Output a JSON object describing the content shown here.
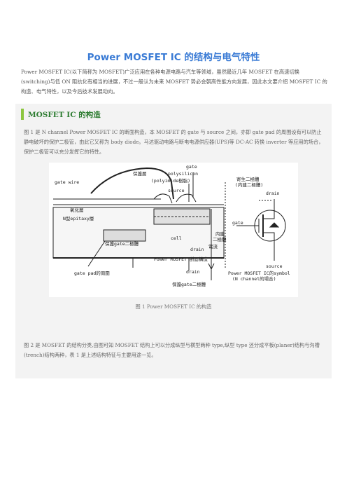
{
  "title": "Power MOSFET IC 的结构与电气特性",
  "intro": "Power MOSFET IC(以下简称为 MOSFET)广泛应用在各种电源电路与汽车等领域，虽然最近几年 MOSFET 在高速切换(switching)与低 ON 阻抗化有相当的进展，不过一般认为未来 MOSFET 势必会朝高性能方向发展，因此本文要介绍 MOSFET IC 的构造、电气特性，以及今后技术发展动向。",
  "section": {
    "heading": "MOSFET IC 的构造",
    "para1": "图 1 是 N channel Power MOSFET IC 的断面构造，本 MOSFET 的 gate 与 source 之间，亦即 gate pad 的周围设有可以防止静电破坏的保护二极管，由此它又称为 body diode。马达驱动电路与断电电源供应器(UPS)等 DC-AC 转换 inverter 等应用的场合，保护二极管可以充分发挥它的特性。",
    "figure_caption": "图 1 Power MOSFET IC 的构造",
    "para2": "图 2 是 MOSFET 的结构分类,由图可知 MOSFET 结构上可以分成纵型与横型两种 type,纵型 type 还分成平板(planer)结构与沟槽(trench)结构两种，表 1 是上述结构特征与主要用途一览。"
  },
  "figure_labels": {
    "gate": "gate",
    "gate_wire": "gate wire",
    "passivation": "保護層",
    "polyimide": "(polyimide樹脂)",
    "polysilicon": "polysilicon",
    "source": "source",
    "oxide": "氧化層",
    "epitaxy": "N型epitaxy層",
    "gate_zener": "保護gate二極體",
    "cell": "cell",
    "internal_diode": "内建",
    "internal_diode2": "二極體",
    "drain_side": "drain",
    "drain_side2": "電流",
    "structure_caption": "Power MOSFET 断面構造",
    "drain_bottom": "drain",
    "gate_pad": "gate pad的周圍",
    "zener_bottom": "保護gate二極體",
    "parasitic": "寄生二極體",
    "parasitic2": "(内建二極體)",
    "sym_drain": "drain",
    "sym_gate": "gate",
    "sym_source": "source",
    "symbol_caption": "Power MOSFET IC的symbol",
    "symbol_caption2": "(N channel的場合)"
  }
}
